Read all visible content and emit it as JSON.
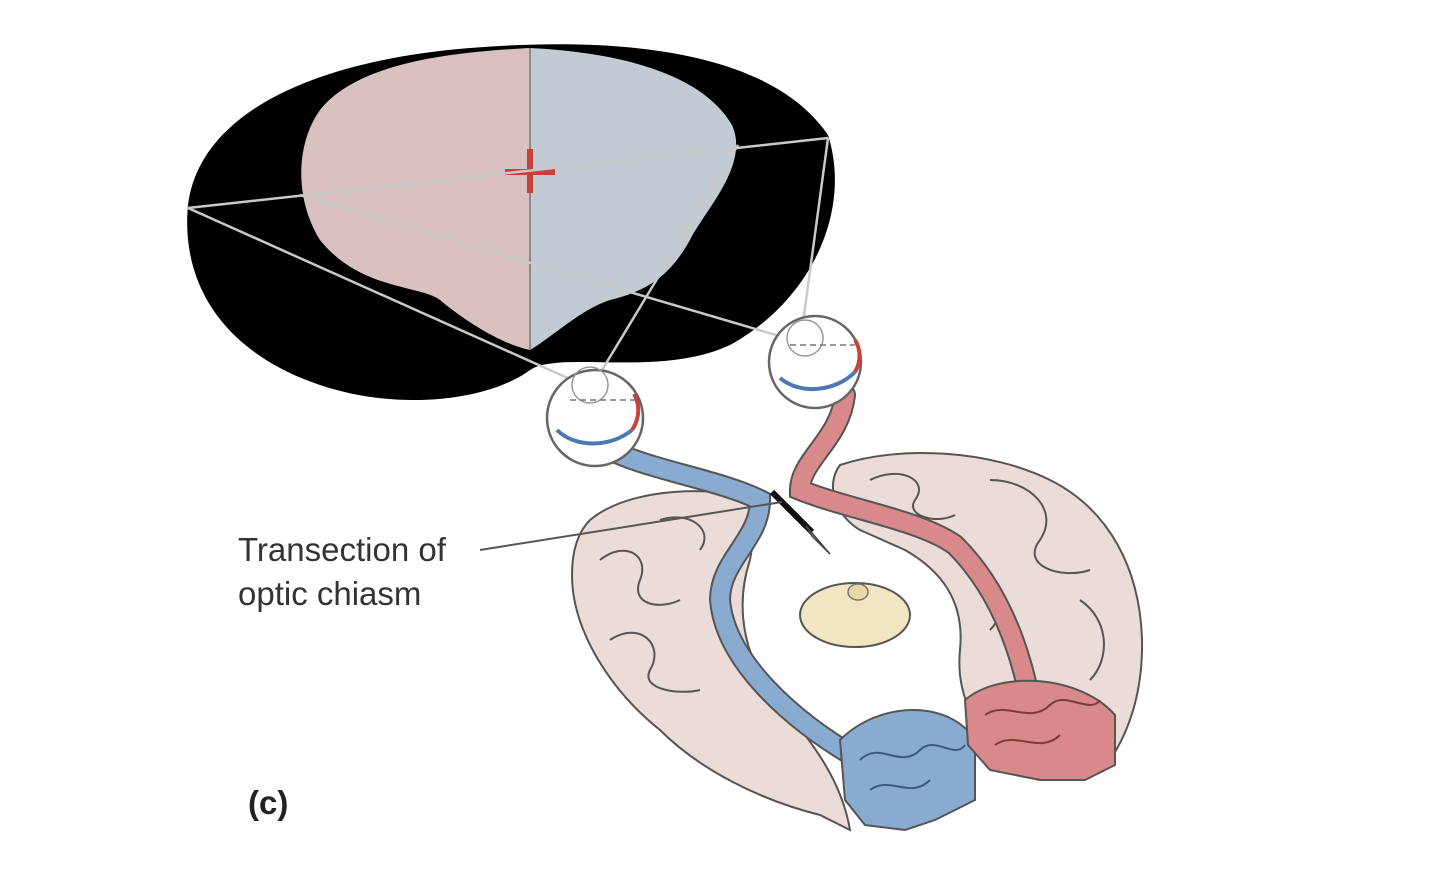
{
  "labels": {
    "transection_line1": "Transection of",
    "transection_line2": "optic chiasm",
    "panel": "(c)"
  },
  "colors": {
    "visual_field_surround": "#000000",
    "left_hemifield": "#d9c1c1",
    "right_hemifield": "#c2cbd4",
    "fixation_cross": "#c8413b",
    "left_pathway_blue": "#8aabd0",
    "right_pathway_red": "#d9898a",
    "brain_tissue": "#ecdcd8",
    "brainstem_yellow": "#f1e6c2"
  },
  "icons": {
    "fixation": "cross-icon",
    "cut": "scalpel-icon"
  }
}
